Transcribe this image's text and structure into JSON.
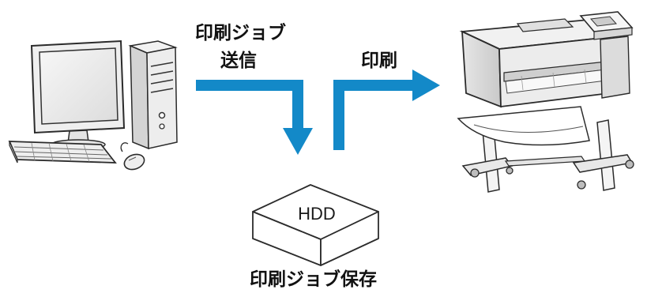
{
  "labels": {
    "send_line1": "印刷ジョブ",
    "send_line2": "送信",
    "print": "印刷",
    "hdd": "HDD",
    "save": "印刷ジョブ保存"
  },
  "colors": {
    "arrow": "#1389c8",
    "outline": "#2b2b2b",
    "background": "#ffffff"
  }
}
